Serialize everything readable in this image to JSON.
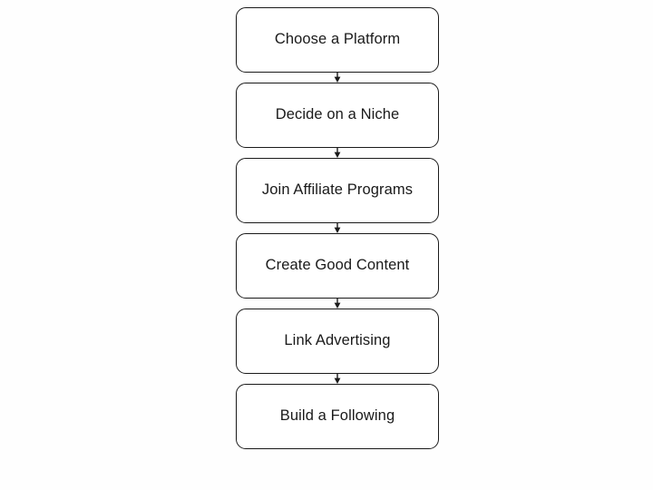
{
  "diagram": {
    "type": "flowchart",
    "orientation": "vertical-top-to-bottom",
    "title": "",
    "background_color": "#fefefe",
    "node_fill_color": "#ffffff",
    "node_border_color": "#1a1a1a",
    "text_color": "#1a1a1a",
    "connector_color": "#1a1a1a",
    "nodes": [
      {
        "id": "node-1",
        "label": "Choose a Platform",
        "shape": "rounded-rectangle"
      },
      {
        "id": "node-2",
        "label": "Decide on a Niche",
        "shape": "rounded-rectangle"
      },
      {
        "id": "node-3",
        "label": "Join Affiliate Programs",
        "shape": "rounded-rectangle"
      },
      {
        "id": "node-4",
        "label": "Create Good Content",
        "shape": "rounded-rectangle"
      },
      {
        "id": "node-5",
        "label": "Link Advertising",
        "shape": "rounded-rectangle"
      },
      {
        "id": "node-6",
        "label": "Build a Following",
        "shape": "rounded-rectangle"
      }
    ],
    "connectors": [
      {
        "from": "node-1",
        "to": "node-2",
        "arrow": "down-arrow-icon",
        "label": ""
      },
      {
        "from": "node-2",
        "to": "node-3",
        "arrow": "down-arrow-icon",
        "label": ""
      },
      {
        "from": "node-3",
        "to": "node-4",
        "arrow": "down-arrow-icon",
        "label": ""
      },
      {
        "from": "node-4",
        "to": "node-5",
        "arrow": "down-arrow-icon",
        "label": ""
      },
      {
        "from": "node-5",
        "to": "node-6",
        "arrow": "down-arrow-icon",
        "label": ""
      }
    ]
  }
}
